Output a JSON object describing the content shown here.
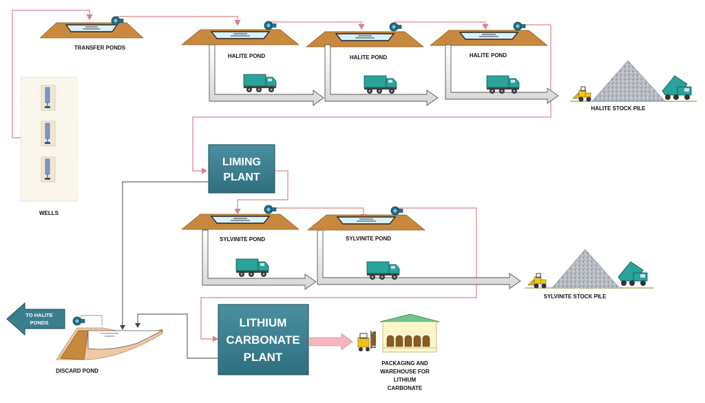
{
  "labels": {
    "transfer_ponds": "TRANSFER PONDS",
    "halite_pond": "HALITE POND",
    "halite_stock_pile": "HALITE STOCK PILE",
    "wells": "WELLS",
    "liming_plant_line1": "LIMING",
    "liming_plant_line2": "PLANT",
    "sylvinite_pond": "SYLVINITE POND",
    "sylvinite_stock_pile": "SYLVINITE STOCK PILE",
    "lithium_line1": "LITHIUM",
    "lithium_line2": "CARBONATE",
    "lithium_line3": "PLANT",
    "to_halite_line1": "TO HALITE",
    "to_halite_line2": "PONDS",
    "discard_pond": "DISCARD POND",
    "packaging_line1": "PACKAGING AND",
    "packaging_line2": "WAREHOUSE FOR",
    "packaging_line3": "LITHIUM",
    "packaging_line4": "CARBONATE"
  },
  "colors": {
    "pond_earth": "#c8893e",
    "pond_water": "#d8f0fb",
    "plant_fill": "#3a7f8f",
    "pipe_red": "#d9838a",
    "pipe_dark": "#444444",
    "truck": "#2aa39a",
    "pump": "#1f6f86",
    "stockpile": "#9aa2aa"
  },
  "icons": [
    "pump-icon",
    "truck-icon",
    "loader-icon",
    "dump-truck-icon",
    "forklift-icon",
    "well-icon",
    "warehouse-icon"
  ]
}
